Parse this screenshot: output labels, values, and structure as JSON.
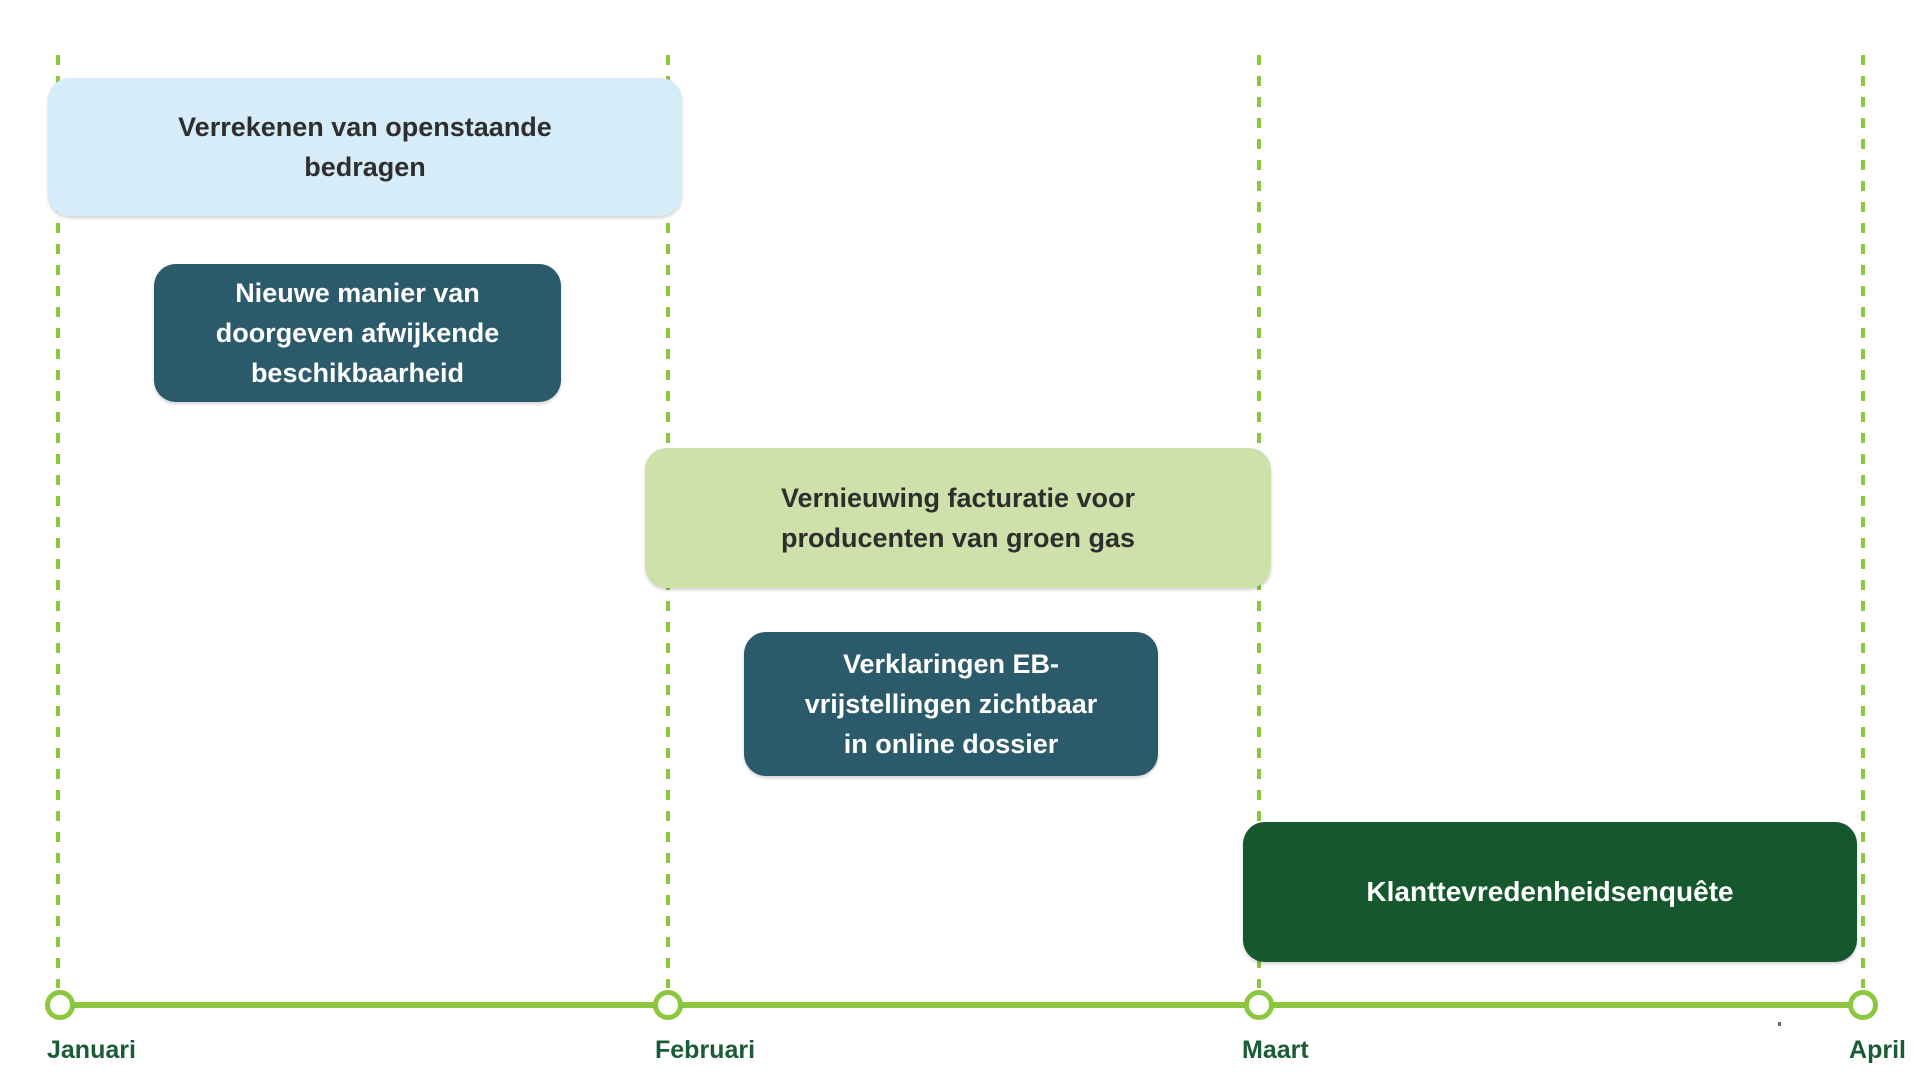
{
  "palette": {
    "light_blue": "#d6ecf8",
    "dark_teal": "#2b5a6b",
    "light_green": "#cee1ab",
    "dark_green": "#15582e",
    "axis_green": "#8dc63f",
    "month_label_green": "#1a5c36",
    "dark_text": "#2e2e2e",
    "light_text": "#ffffff"
  },
  "timeline": {
    "months": [
      {
        "label": "Januari"
      },
      {
        "label": "Februari"
      },
      {
        "label": "Maart"
      },
      {
        "label": "April"
      }
    ]
  },
  "events": [
    {
      "title": "Verrekenen van openstaande bedragen",
      "lines": [
        "Verrekenen van openstaande",
        "bedragen"
      ],
      "color": "light_blue",
      "start_month": "Januari",
      "end_month": "Februari"
    },
    {
      "title": "Nieuwe manier van doorgeven afwijkende beschikbaarheid",
      "lines": [
        "Nieuwe manier van",
        "doorgeven afwijkende",
        "beschikbaarheid"
      ],
      "color": "dark_teal",
      "start_month": "Januari",
      "end_month": "Januari"
    },
    {
      "title": "Vernieuwing facturatie voor producenten van groen gas",
      "lines": [
        "Vernieuwing facturatie voor",
        "producenten van groen gas"
      ],
      "color": "light_green",
      "start_month": "Februari",
      "end_month": "Maart"
    },
    {
      "title": "Verklaringen EB-vrijstellingen zichtbaar in online dossier",
      "lines": [
        "Verklaringen EB-",
        "vrijstellingen zichtbaar",
        "in online dossier"
      ],
      "color": "dark_teal",
      "start_month": "Februari",
      "end_month": "Maart"
    },
    {
      "title": "Klanttevredenheidsenquête",
      "lines": [
        "Klanttevredenheidsenquête"
      ],
      "color": "dark_green",
      "start_month": "Maart",
      "end_month": "April"
    }
  ]
}
